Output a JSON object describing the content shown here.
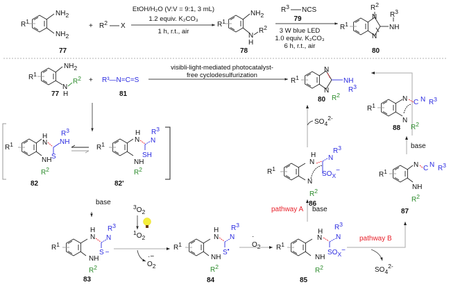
{
  "top_scheme": {
    "reactant_1": {
      "label": "77",
      "r": "R",
      "r_sup": "1",
      "sub1": "NH",
      "sub1_sub": "2",
      "sub2": "NH",
      "sub2_sub": "2"
    },
    "plus": "+",
    "reactant_2": {
      "r": "R",
      "r_sup": "2",
      "x": "X"
    },
    "step1_conditions": {
      "line1": "EtOH/H₂O (V:V = 9:1, 3 mL)",
      "line2": "1.2 equiv. K₂CO₃",
      "line3": "1 h, r.t., air"
    },
    "intermediate": {
      "label": "78",
      "nh2": "NH",
      "nh2_sub": "2",
      "n": "N",
      "h": "H",
      "r_sup": "2"
    },
    "step2_reagent": {
      "r": "R",
      "r_sup": "3",
      "group": "NCS",
      "label": "79"
    },
    "step2_conditions": {
      "line1": "3 W blue LED",
      "line2": "1.0 equiv. K₂CO₃",
      "line3": "6 h, r.t., air"
    },
    "product": {
      "label": "80",
      "n": "N",
      "nh": "NH",
      "r2": "2",
      "r3": "3"
    }
  },
  "mechanism": {
    "start": {
      "label": "77",
      "nh2": "NH",
      "n": "N",
      "h": "H"
    },
    "isothiocyanate": {
      "label": "81",
      "text": "R³—N=C=S"
    },
    "main_arrow_label": {
      "line1": "visibli-light-mediated photocatalyst-",
      "line2": "free cyclodesulfurization"
    },
    "compounds": [
      {
        "id": "82",
        "label": "82"
      },
      {
        "id": "82p",
        "label": "82'"
      },
      {
        "id": "83",
        "label": "83"
      },
      {
        "id": "84",
        "label": "84"
      },
      {
        "id": "85",
        "label": "85"
      },
      {
        "id": "86",
        "label": "86"
      },
      {
        "id": "87",
        "label": "87"
      },
      {
        "id": "88",
        "label": "88"
      },
      {
        "id": "80",
        "label": "80"
      }
    ],
    "reagents": {
      "base_83": "base",
      "triplet_o2": "³O₂",
      "singlet_o2": "¹O₂",
      "superoxide": "O₂",
      "superoxide_radical": "O₂",
      "pathway_a": "pathway A",
      "pathway_b": "pathway B",
      "base_86": "base",
      "base_88": "base",
      "sulfate_86": "SO₄²⁻",
      "sulfate_85": "SO₄²⁻"
    },
    "groups": {
      "sh": "SH",
      "s": "S",
      "s_minus": "S⁻",
      "s_rad": "S",
      "sox": "SOx⁻",
      "nh": "NH",
      "n": "N",
      "h": "H",
      "c": "C"
    }
  },
  "colors": {
    "r3_group": "#2a2ae0",
    "r2_group": "#2a8a2a",
    "pathway": "#e8202a",
    "bulb": "#f4ee3a"
  }
}
